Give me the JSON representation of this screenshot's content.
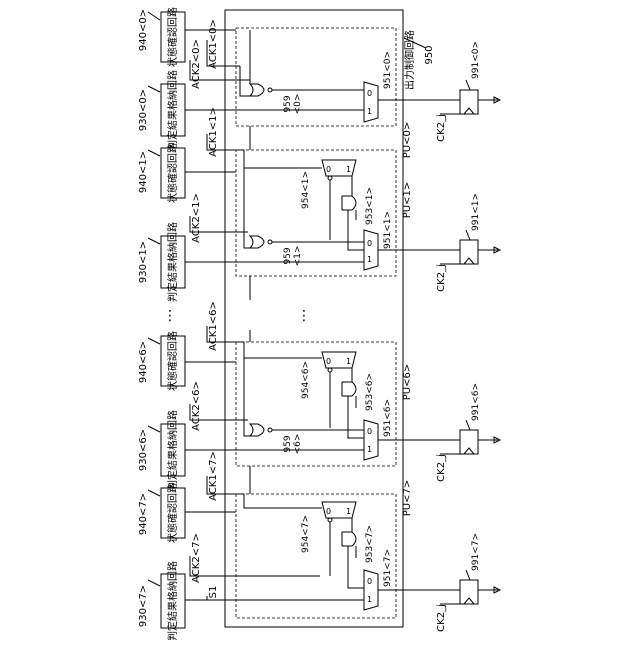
{
  "outer_block": {
    "id": "950",
    "label": "出力制御回路"
  },
  "sources": [
    {
      "label": "状態確認回路",
      "id": "940<0>"
    },
    {
      "label": "判定結果格納回路",
      "id": "930<0>"
    },
    {
      "label": "状態確認回路",
      "id": "940<1>"
    },
    {
      "label": "判定結果格納回路",
      "id": "930<1>"
    },
    {
      "label": "状態確認回路",
      "id": "940<6>"
    },
    {
      "label": "判定結果格納回路",
      "id": "930<6>"
    },
    {
      "label": "状態確認回路",
      "id": "940<7>"
    },
    {
      "label": "判定結果格納回路",
      "id": "930<7>"
    }
  ],
  "signals": {
    "ack1": [
      "ACK1<0>",
      "ACK1<1>",
      "ACK1<6>",
      "ACK1<7>"
    ],
    "ack2": [
      "ACK2<0>",
      "ACK2<1>",
      "ACK2<6>",
      "ACK2<7>"
    ],
    "s1": "S1",
    "clock": "CK2_j"
  },
  "units": [
    {
      "pu": "PU<0>",
      "mux951": "951<0>",
      "gate959": "959",
      "gate959_idx": "<0>",
      "ff": "991<0>"
    },
    {
      "pu": "PU<1>",
      "mux951": "951<1>",
      "gate959": "959",
      "gate959_idx": "<1>",
      "mux954": "954<1>",
      "and953": "953<1>",
      "ff": "991<1>"
    },
    {
      "pu": "PU<6>",
      "mux951": "951<6>",
      "gate959": "959",
      "gate959_idx": "<6>",
      "mux954": "954<6>",
      "and953": "953<6>",
      "ff": "991<6>"
    },
    {
      "pu": "PU<7>",
      "mux951": "951<7>",
      "mux954": "954<7>",
      "and953": "953<7>",
      "ff": "991<7>"
    }
  ],
  "mux_inputs": {
    "zero": "0",
    "one": "1"
  },
  "ellipsis": "⋮"
}
